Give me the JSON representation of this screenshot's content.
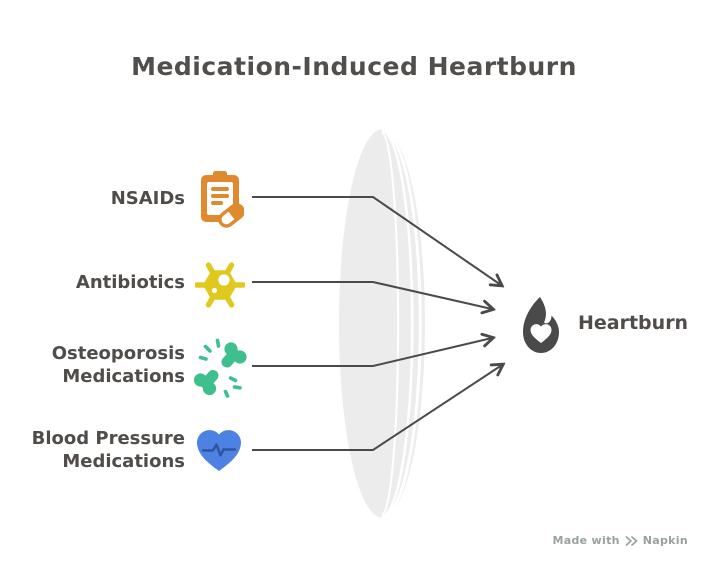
{
  "title": {
    "text": "Medication-Induced Heartburn"
  },
  "sources": [
    {
      "label": "NSAIDs",
      "icon": "clipboard-pill-icon",
      "color": "#E08A2F"
    },
    {
      "label": "Antibiotics",
      "icon": "virus-icon",
      "color": "#E0C91E"
    },
    {
      "label": "Osteoporosis Medications",
      "icon": "broken-bone-icon",
      "color": "#3EBF8D"
    },
    {
      "label": "Blood Pressure Medications",
      "icon": "heart-pulse-icon",
      "color": "#4D82E2",
      "accent": "#2C549C"
    }
  ],
  "outcome": {
    "label": "Heartburn",
    "icon": "flame-heart-icon",
    "color": "#4A4A4A"
  },
  "watermark": {
    "prefix": "Made with",
    "brand": "Napkin"
  },
  "styles": {
    "text_color": "#4F4C49",
    "arrow_color": "#4A4A4A",
    "lens_color": "#ECECEC",
    "background": "#FFFFFF"
  }
}
